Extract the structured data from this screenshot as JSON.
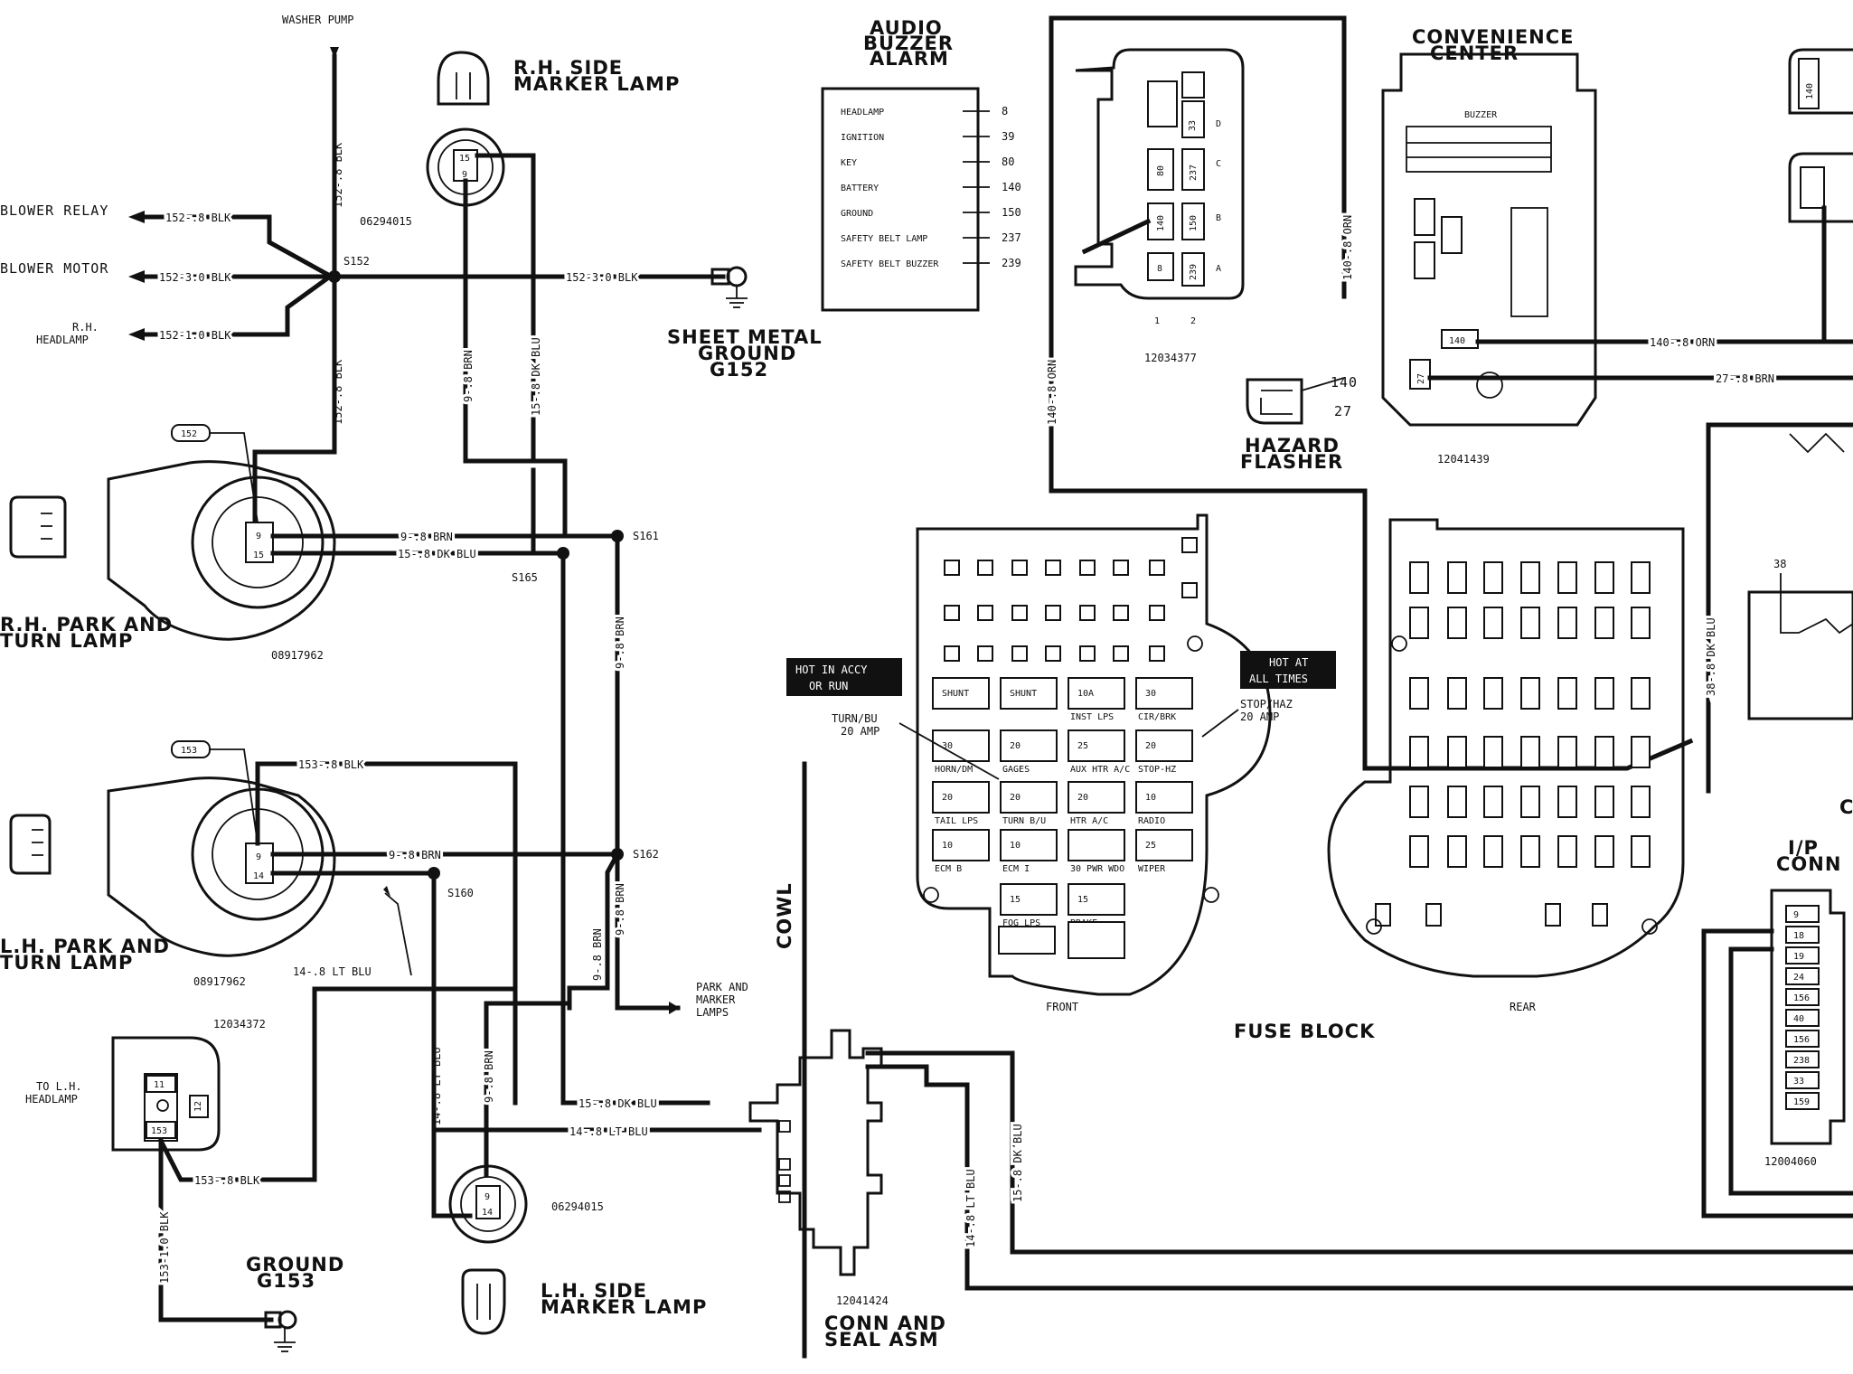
{
  "wire_labels": {
    "washer_pump": "WASHER PUMP",
    "blower_relay": "BLOWER RELAY",
    "blower_motor": "BLOWER MOTOR",
    "rh_headlamp": "R.H.\nHEADLAMP",
    "w152_8_blk": "152-.8 BLK",
    "w152_3_blk": "152-3.0 BLK",
    "w152_1_blk": "152-1.0 BLK",
    "w152_3_blk_ground": "152-3.0 BLK",
    "w152_8_blk_v1": "152-.8 BLK",
    "w152_8_blk_v2": "152-.8 BLK",
    "w9_8_brn_a": "9-.8 BRN",
    "w15_8_dkblu_a": "15-.8 DK BLU",
    "w9_8_brn_h": "9-.8 BRN",
    "w15_8_dkblu_h": "15-.8 DK BLU",
    "w9_8_brn_v": "9-.8 BRN",
    "w153_8_blk": "153-.8 BLK",
    "w9_8_brn_lh": "9-.8 BRN",
    "w14_8_ltblu": "14-.8 LT BLU",
    "w9_8_brn_v2": "9-.8 BRN",
    "w9_8_brn_v3": "9-.8 BRN",
    "w14_8_ltblu_v": "14-.8 LT BLU",
    "w9_8_brn_v4": "9-.8 BRN",
    "w15_8_dkblu_c": "15-.8 DK BLU",
    "w14_8_ltblu_c": "14-.8 LT BLU",
    "w153_8_blk_b": "153-.8 BLK",
    "w153_1_blk": "153-1.0 BLK",
    "w140_8_orn_a": "140-.8 ORN",
    "w140_8_orn_b": "140-.8 ORN",
    "w140_8_orn_c": "140-.8 ORN",
    "w27_8_brn": "27-.8 BRN",
    "w38_8_dkblu": "38-.8 DK BLU",
    "w14_8_ltblu_d": "14-.8 LT BLU",
    "w15_8_dkblu_d": "15-.8 DK BLU"
  },
  "splices": {
    "s152a": "S152",
    "s161": "S161",
    "s165": "S165",
    "s162": "S162",
    "s160": "S160"
  },
  "components": {
    "rh_side_marker": "R.H. SIDE\nMARKER LAMP",
    "rh_marker_part": "06294015",
    "sheet_metal_ground": "SHEET METAL\nGROUND\nG152",
    "rh_park_turn": "R.H. PARK AND\nTURN LAMP",
    "rh_park_part": "08917962",
    "lh_park_turn": "L.H. PARK AND\nTURN LAMP",
    "lh_park_part": "08917962",
    "to_lh_headlamp": "TO L.H.\nHEADLAMP",
    "lh_headlamp_part": "12034372",
    "ground_g153": "GROUND\nG153",
    "lh_side_marker": "L.H. SIDE\nMARKER LAMP",
    "lh_marker_part": "06294015",
    "park_marker_lamps": "PARK AND\nMARKER\nLAMPS",
    "cowl": "COWL",
    "conn_seal": "CONN AND\nSEAL ASM",
    "conn_seal_part": "12041424",
    "audio_buzzer": "AUDIO\nBUZZER\nALARM",
    "relay_part": "12034377",
    "hazard_flasher": "HAZARD\nFLASHER",
    "convenience_center": "CONVENIENCE\nCENTER",
    "conv_part": "12041439",
    "buzzer": "BUZZER",
    "fuse_block": "FUSE BLOCK",
    "front": "FRONT",
    "rear": "REAR",
    "hot_accy": "HOT IN ACCY\nOR RUN",
    "hot_all": "HOT AT\nALL TIMES",
    "turn_bu": "TURN/BU\n20 AMP",
    "stop_haz": "STOP/HAZ\n20 AMP",
    "ip_conn": "I/P\nCONN",
    "ip_part": "12004060"
  },
  "buzzer_pins": [
    {
      "name": "HEADLAMP",
      "num": "8"
    },
    {
      "name": "IGNITION",
      "num": "39"
    },
    {
      "name": "KEY",
      "num": "80"
    },
    {
      "name": "BATTERY",
      "num": "140"
    },
    {
      "name": "GROUND",
      "num": "150"
    },
    {
      "name": "SAFETY BELT LAMP",
      "num": "237"
    },
    {
      "name": "SAFETY BELT BUZZER",
      "num": "239"
    }
  ],
  "ip_pins": [
    "9",
    "18",
    "19",
    "24",
    "156",
    "40",
    "156",
    "238",
    "33",
    "159"
  ],
  "fuses": [
    {
      "amp": "SHUNT",
      "name": ""
    },
    {
      "amp": "SHUNT",
      "name": ""
    },
    {
      "amp": "10A",
      "name": "INST LPS"
    },
    {
      "amp": "30",
      "name": "CIR/BRK"
    },
    {
      "amp": "30",
      "name": "HORN/DM"
    },
    {
      "amp": "20",
      "name": "GAGES"
    },
    {
      "amp": "25",
      "name": "AUX HTR A/C"
    },
    {
      "amp": "20",
      "name": "STOP-HZ"
    },
    {
      "amp": "20",
      "name": "TAIL LPS"
    },
    {
      "amp": "20",
      "name": "TURN B/U"
    },
    {
      "amp": "20",
      "name": "HTR A/C"
    },
    {
      "amp": "10",
      "name": "RADIO"
    },
    {
      "amp": "10",
      "name": "ECM B"
    },
    {
      "amp": "10",
      "name": "ECM I"
    },
    {
      "amp": "",
      "name": "30 PWR WDO"
    },
    {
      "amp": "25",
      "name": "WIPER"
    },
    {
      "amp": "15",
      "name": "FOG LPS"
    },
    {
      "amp": "15",
      "name": "BRAKE"
    }
  ],
  "misc": {
    "pin_140": "140",
    "pin_27": "27",
    "pin_38": "38",
    "rh_marker_pins": [
      "15",
      "9"
    ],
    "rh_park_pins": [
      "9",
      "15"
    ],
    "lh_park_pins": [
      "9",
      "14"
    ],
    "lh_marker_pins": [
      "9",
      "14"
    ],
    "lh_head_pins": [
      "11",
      "12",
      "153"
    ],
    "tag_152": "152",
    "tag_153": "153"
  }
}
